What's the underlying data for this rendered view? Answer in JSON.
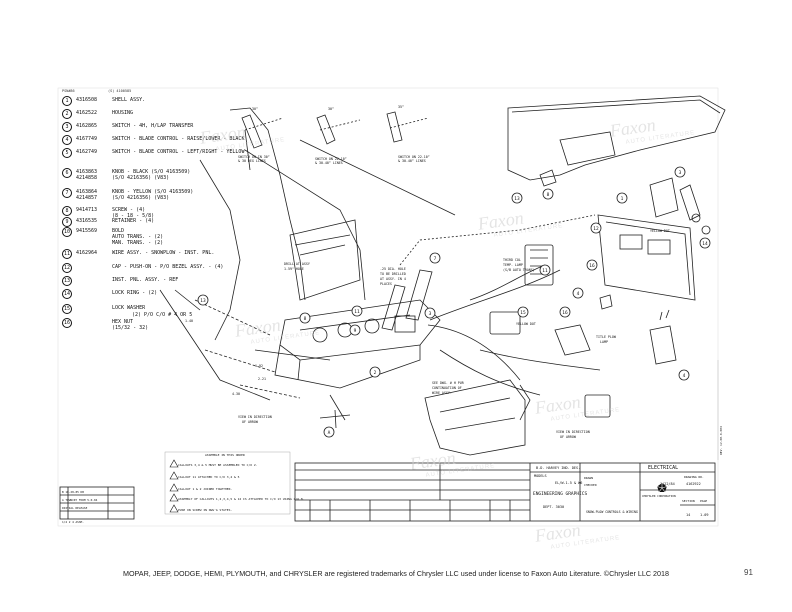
{
  "header": {
    "left_code": "PSN#86",
    "ref_code": "(S) 4100585"
  },
  "parts": [
    {
      "num": "1",
      "part_no": "4316508",
      "desc": "SHELL ASSY."
    },
    {
      "num": "2",
      "part_no": "4162522",
      "desc": "HOUSING"
    },
    {
      "num": "3",
      "part_no": "4162865",
      "desc": "SWITCH - 4H, H/LAP TRANSFER"
    },
    {
      "num": "4",
      "part_no": "4167749",
      "desc": "SWITCH - BLADE CONTROL - RAISE/LOWER - BLACK"
    },
    {
      "num": "5",
      "part_no": "4162749",
      "desc": "SWITCH - BLADE CONTROL - LEFT/RIGHT - YELLOW"
    },
    {
      "num": "6",
      "part_no": "4163863",
      "desc": "KNOB - BLACK (S/O 4163509)",
      "part_no2": "4214858",
      "desc2": "(S/O 4216356) (V83)"
    },
    {
      "num": "7",
      "part_no": "4163864",
      "desc": "KNOB - YELLOW (S/O 4163509)",
      "part_no2": "4214857",
      "desc2": "(S/O 4216356) (V83)"
    },
    {
      "num": "8",
      "part_no": "9414713",
      "desc": "SCREW - (4)",
      "desc2": "(8 - 18 - 5/8)"
    },
    {
      "num": "9",
      "part_no": "4316535",
      "desc": "RETAINER - (4)"
    },
    {
      "num": "10",
      "part_no": "9415569",
      "desc": "BOLD",
      "desc2": "AUTO TRANS. - (2)",
      "desc3": "MAN. TRANS. - (2)"
    },
    {
      "num": "11",
      "part_no": "4162964",
      "desc": "WIRE ASSY. - SNOWPLOW - INST. PNL."
    },
    {
      "num": "12",
      "part_no": "",
      "desc": "CAP - PUSH-ON - P/O BEZEL ASSY. - (4)"
    },
    {
      "num": "13",
      "part_no": "",
      "desc": "INST. PNL. ASSY. - REF"
    },
    {
      "num": "14",
      "part_no": "",
      "desc": "LOCK RING - (2)"
    },
    {
      "num": "15",
      "part_no": "",
      "desc": "LOCK WASHER"
    },
    {
      "num": "16",
      "part_no": "",
      "desc": "HEX NUT",
      "desc2": "(15/32 - 32)"
    },
    {
      "shared_note": "(2) P/O C/O # 4 OR 5"
    }
  ],
  "callouts": {
    "switch_on_left": "SWITCH ON IN 30°",
    "switch_on_left2": "& 30 DEG LINES",
    "switch_on_mid": "SWITCH ON 22.10°",
    "switch_on_mid2": "& 30.40° LINES",
    "switch_on_right": "SWITCH ON 22.10°",
    "switch_on_right2": "& 30.40° LINES",
    "yellow_dot": "YELLOW DOT",
    "drill_note": "DRILL AT ASSY",
    "drill_note2": "1.59\" HOLE",
    "holes_note": ".25 DIA. HOLE",
    "holes_note2": "TO BE DRILLED",
    "holes_note3": "AT ASSY. IN 4",
    "holes_note4": "PLACES",
    "third_col": "THIRD COL",
    "third_col2": "TEMP. LAMP",
    "third_col3": "(S/B AUTO TRANS)",
    "yellow_dot2": "YELLOW DOT",
    "title_plow": "TITLE PLOW",
    "title_plow2": "LAMP",
    "see_dwg": "SEE DWG. # H PUR",
    "see_dwg2": "CONTINUATION OF",
    "see_dwg3": "WIRE ASSY.",
    "view_a_left": "VIEW IN DIRECTION",
    "view_a_left2": "OF ARROW",
    "view_a_right": "VIEW IN DIRECTION",
    "view_a_right2": "OF ARROW",
    "assembly_title": "ASSEMBLE IN THIS ORDER",
    "assembly_steps": [
      "CALLOUTS 3,4 & 5 MUST BE ASSEMBLED TO C/O 2.",
      "CALLOUT 11 ATTACHED TO C/O 3,4 & 5",
      "CALLOUT 1 & 2 JOINED TOGETHER.",
      "ASSEMBLY OF CALLOUTS 1,2,3,4,5 & 12 IS ATTACHED TO C/O 13 USING C/O 8.",
      "PUSH ON SCREW IN DWG'G STATES."
    ],
    "dims": [
      "30°",
      "30°",
      "35°",
      "1.92",
      "2.21",
      "4.30",
      "1.40"
    ]
  },
  "title_block": {
    "models_label": "MODELS",
    "models_value": "EL/W-1-5 & W6",
    "dept_title": "ENGINEERING GRAPHICS",
    "dept_no": "DEPT. 3030",
    "category": "ELECTRICAL",
    "drawn": "DRAWN",
    "checked": "CHECKED",
    "date_value": "1/22/84",
    "dwg_number_label": "DRAWING NO.",
    "dwg_number": "4162922",
    "description": "SNOW-PLOW CONTROLS & WIRING",
    "section_label": "SECTION",
    "section_value": "14",
    "page_label": "PAGE",
    "page_value": "1-09",
    "engineer": "B.D. HARVEY IND. DES.",
    "brand": "CHRYSLER CORPORATION",
    "rev_rows": [
      "B 10-28-85 DB",
      "A TOWNCRY FORM 5-0-04",
      "INITIAL RELEASE",
      "1/4 2 4 ASSM."
    ]
  },
  "side_code": "REV. 12-08-0-084",
  "footer": {
    "notice": "MOPAR, JEEP, DODGE, HEMI, PLYMOUTH, and CHRYSLER are registered trademarks of Chrysler LLC used under license to Faxon Auto Literature. ©Chrysler LLC 2018",
    "page_number": "91"
  },
  "watermark": {
    "brand": "Faxon",
    "line": "AUTO LITERATURE"
  }
}
